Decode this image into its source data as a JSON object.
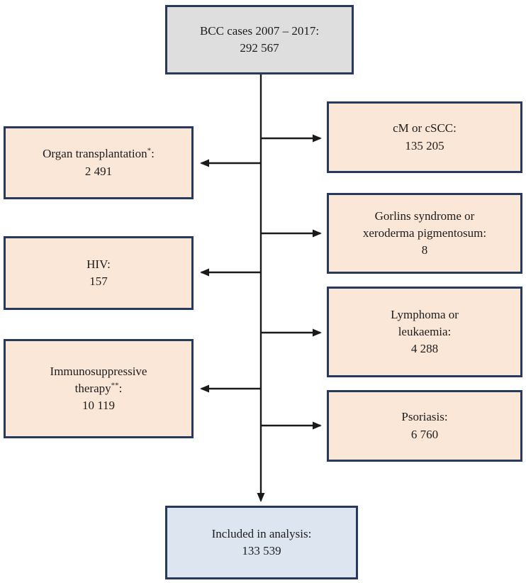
{
  "colors": {
    "box_border": "#27395c",
    "source_fill": "#dedede",
    "exclusion_fill": "#fbe7d8",
    "included_fill": "#dce5f0",
    "arrow": "#1a1a1a",
    "text": "#1c1c1c"
  },
  "boxes": {
    "source": {
      "line1": "BCC cases 2007 – 2017:",
      "line2": "292 567"
    },
    "cm_cscc": {
      "line1": "cM or cSCC:",
      "line2": "135 205"
    },
    "organ": {
      "label": "Organ transplantation",
      "sup": "*",
      "colon": ":",
      "value": "2 491"
    },
    "gorlins": {
      "line1": "Gorlins syndrome or",
      "line2": "xeroderma pigmentosum:",
      "line3": "8"
    },
    "hiv": {
      "line1": "HIV:",
      "line2": "157"
    },
    "lymphoma": {
      "line1": "Lymphoma or",
      "line2": "leukaemia:",
      "line3": "4 288"
    },
    "immuno": {
      "label1": "Immunosuppressive",
      "label2": "therapy",
      "sup": "**",
      "colon": ":",
      "value": "10 119"
    },
    "psoriasis": {
      "line1": "Psoriasis:",
      "line2": "6 760"
    },
    "included": {
      "line1": "Included in analysis:",
      "line2": "133 539"
    }
  }
}
